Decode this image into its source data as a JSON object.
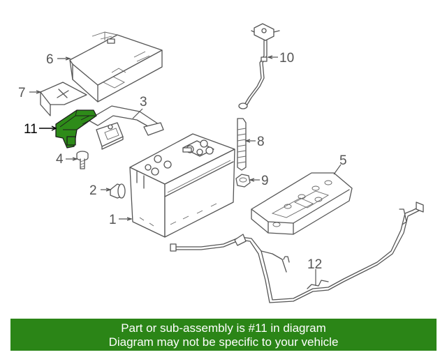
{
  "callouts": {
    "c1": "1",
    "c2": "2",
    "c3": "3",
    "c4": "4",
    "c5": "5",
    "c6": "6",
    "c7": "7",
    "c8": "8",
    "c9": "9",
    "c10": "10",
    "c11": "11",
    "c12": "12"
  },
  "highlight_part": "11",
  "colors": {
    "highlight": "#2e8b19",
    "banner": "#2b8517",
    "banner_text": "#ffffff",
    "line": "#555555"
  },
  "banner": {
    "line1": "Part or sub-assembly is #11 in diagram",
    "line2": "Diagram may not be specific to your vehicle"
  }
}
